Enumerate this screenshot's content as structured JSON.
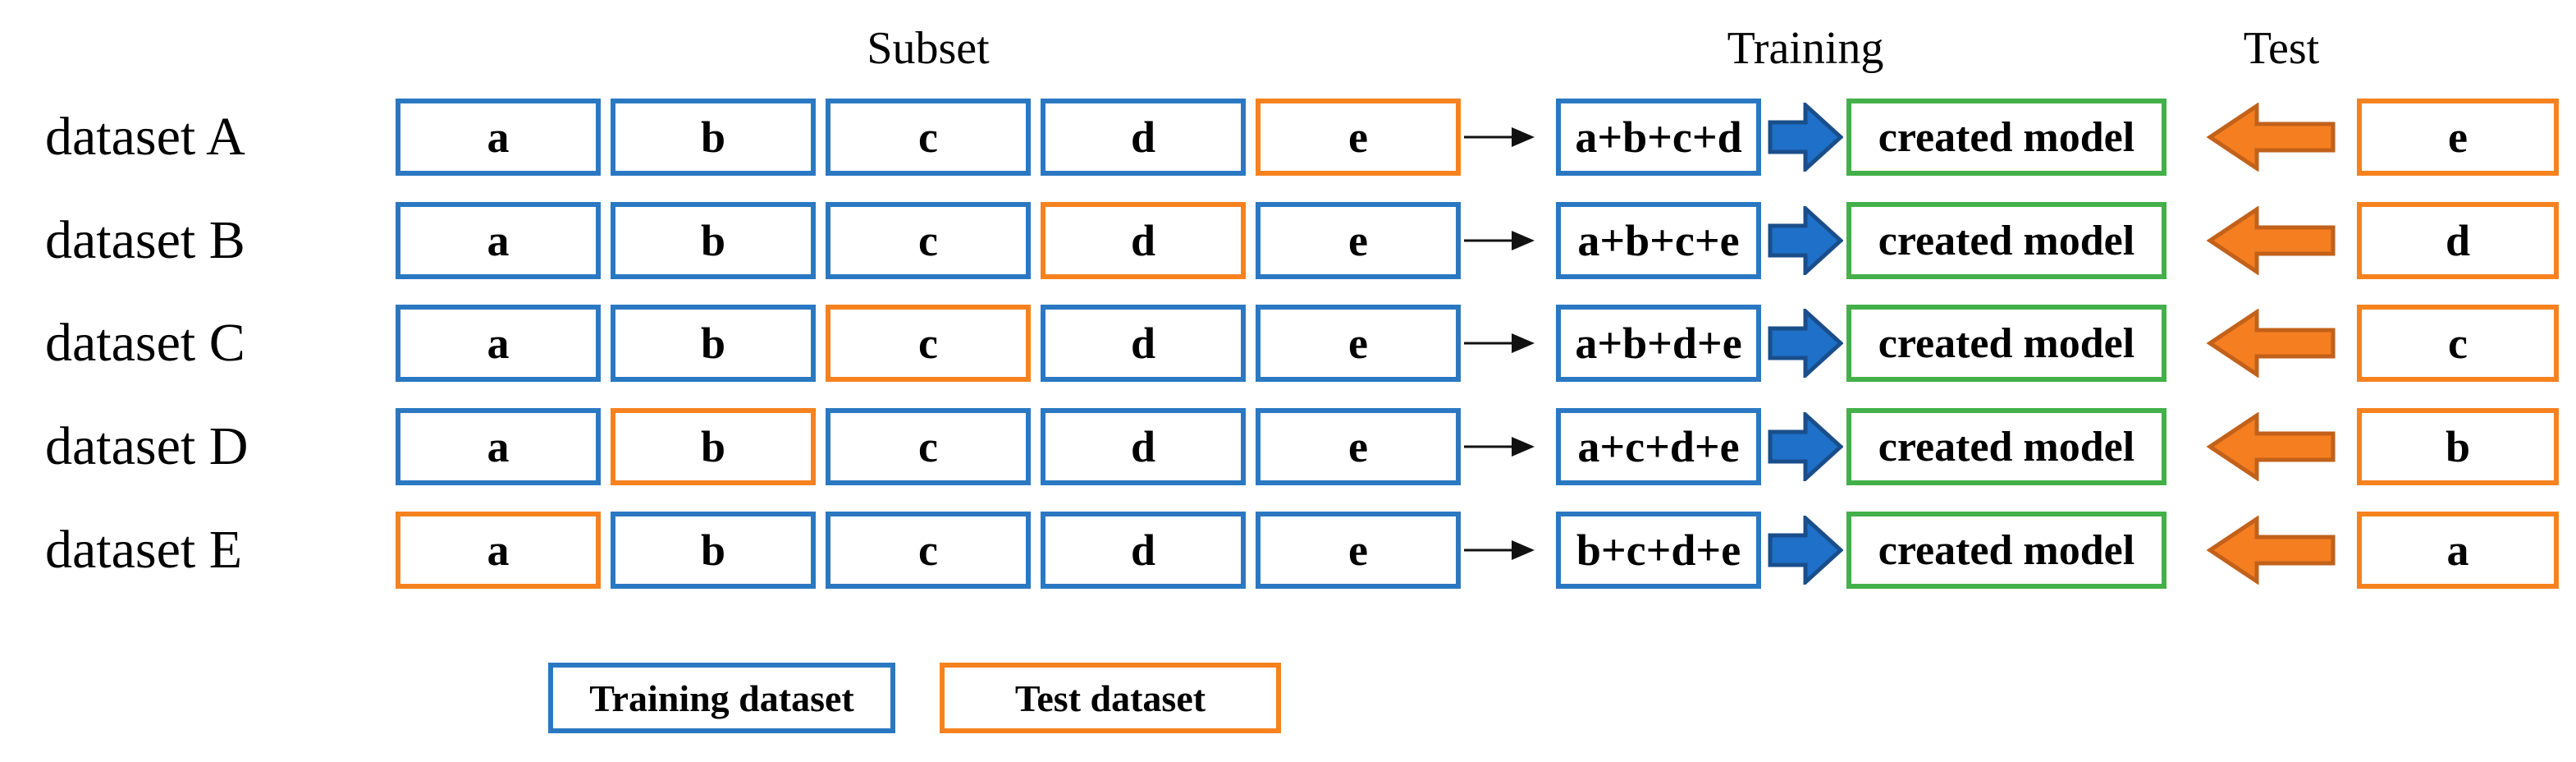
{
  "diagram": {
    "headers": {
      "subset": "Subset",
      "training": "Training",
      "test": "Test"
    },
    "rows": [
      {
        "label": "dataset A",
        "subsets": [
          {
            "label": "a",
            "role": "training"
          },
          {
            "label": "b",
            "role": "training"
          },
          {
            "label": "c",
            "role": "training"
          },
          {
            "label": "d",
            "role": "training"
          },
          {
            "label": "e",
            "role": "test"
          }
        ],
        "training_label": "a+b+c+d",
        "model_label": "created model",
        "test_label": "e"
      },
      {
        "label": "dataset B",
        "subsets": [
          {
            "label": "a",
            "role": "training"
          },
          {
            "label": "b",
            "role": "training"
          },
          {
            "label": "c",
            "role": "training"
          },
          {
            "label": "d",
            "role": "test"
          },
          {
            "label": "e",
            "role": "training"
          }
        ],
        "training_label": "a+b+c+e",
        "model_label": "created model",
        "test_label": "d"
      },
      {
        "label": "dataset C",
        "subsets": [
          {
            "label": "a",
            "role": "training"
          },
          {
            "label": "b",
            "role": "training"
          },
          {
            "label": "c",
            "role": "test"
          },
          {
            "label": "d",
            "role": "training"
          },
          {
            "label": "e",
            "role": "training"
          }
        ],
        "training_label": "a+b+d+e",
        "model_label": "created model",
        "test_label": "c"
      },
      {
        "label": "dataset D",
        "subsets": [
          {
            "label": "a",
            "role": "training"
          },
          {
            "label": "b",
            "role": "test"
          },
          {
            "label": "c",
            "role": "training"
          },
          {
            "label": "d",
            "role": "training"
          },
          {
            "label": "e",
            "role": "training"
          }
        ],
        "training_label": "a+c+d+e",
        "model_label": "created model",
        "test_label": "b"
      },
      {
        "label": "dataset E",
        "subsets": [
          {
            "label": "a",
            "role": "test"
          },
          {
            "label": "b",
            "role": "training"
          },
          {
            "label": "c",
            "role": "training"
          },
          {
            "label": "d",
            "role": "training"
          },
          {
            "label": "e",
            "role": "training"
          }
        ],
        "training_label": "b+c+d+e",
        "model_label": "created model",
        "test_label": "a"
      }
    ],
    "legend": {
      "training": "Training dataset",
      "test": "Test dataset"
    },
    "colors": {
      "training_border": "#2B78C2",
      "test_border": "#F5821F",
      "model_border": "#43B049",
      "blue_arrow_fill": "#1E70C8",
      "blue_arrow_stroke": "#1A4E8A",
      "orange_arrow_fill": "#F57E20",
      "orange_arrow_stroke": "#C2611A",
      "thin_arrow": "#111111",
      "text": "#000000"
    }
  }
}
